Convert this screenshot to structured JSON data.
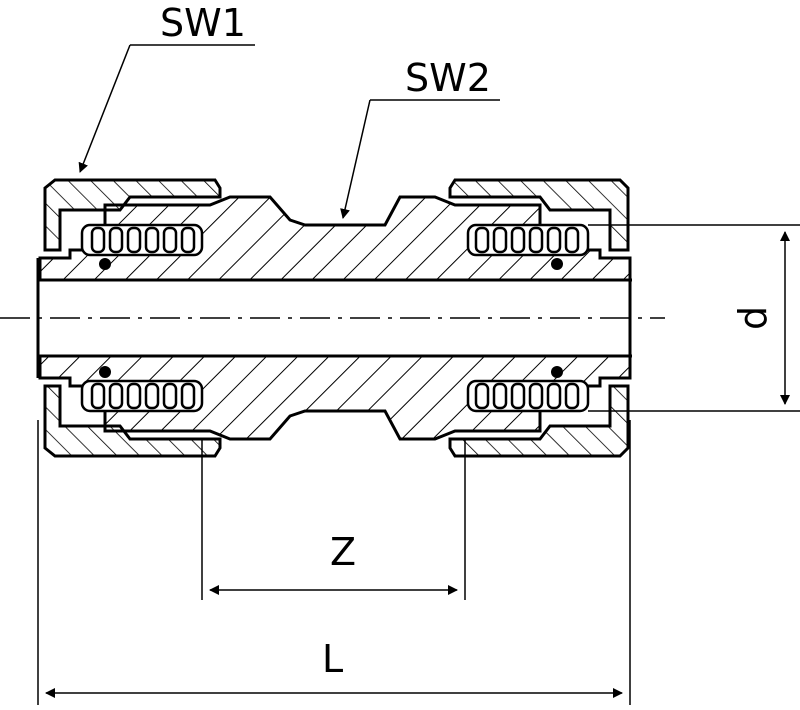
{
  "labels": {
    "sw1": "SW1",
    "sw2": "SW2",
    "d": "d",
    "z": "Z",
    "l": "L"
  },
  "colors": {
    "line": "#000000",
    "background": "#ffffff"
  }
}
